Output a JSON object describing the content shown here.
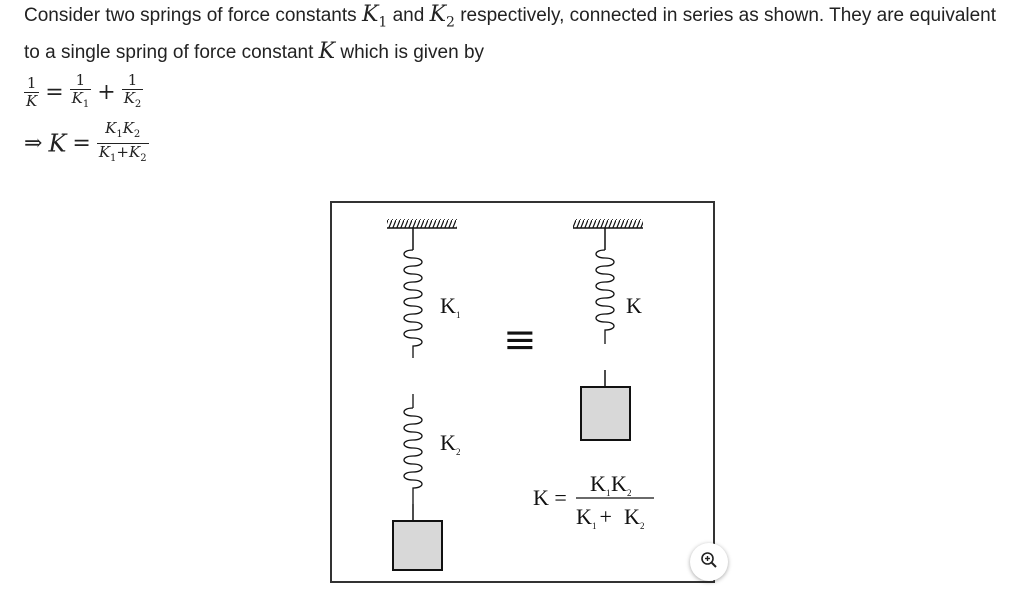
{
  "paragraph": {
    "text_1": "Consider two springs of force constants ",
    "k1": "K",
    "k1_sub": "1",
    "text_and": " and ",
    "k2": "K",
    "k2_sub": "2",
    "text_2": " respectively, connected in series as shown. They are equivalent to a single spring of force constant ",
    "k": "K",
    "text_3": " which is given by"
  },
  "equation_1": {
    "one": "1",
    "K": "K",
    "equals": "=",
    "K1": "K",
    "K1_sub": "1",
    "plus": "+",
    "K2": "K",
    "K2_sub": "2"
  },
  "equation_2": {
    "implies": "⇒",
    "K": "K",
    "equals": "=",
    "num_K1": "K",
    "num_K1_sub": "1",
    "num_K2": "K",
    "num_K2_sub": "2",
    "den_K1": "K",
    "den_K1_sub": "1",
    "den_plus": "+",
    "den_K2": "K",
    "den_K2_sub": "2"
  },
  "figure": {
    "label_k1": "K",
    "label_k1_sub": "1",
    "label_k2": "K",
    "label_k2_sub": "2",
    "label_k": "K",
    "equiv_symbol": "≡",
    "formula_lhs": "K =",
    "formula_num": "K",
    "formula_num_sub1": "1",
    "formula_num_K": "K",
    "formula_num_sub2": "2",
    "formula_den_K1": "K",
    "formula_den_sub1": "1",
    "formula_den_plus": " + ",
    "formula_den_K2": "K",
    "formula_den_sub2": "2"
  },
  "zoom_button": {
    "icon": "zoom-in-icon"
  }
}
